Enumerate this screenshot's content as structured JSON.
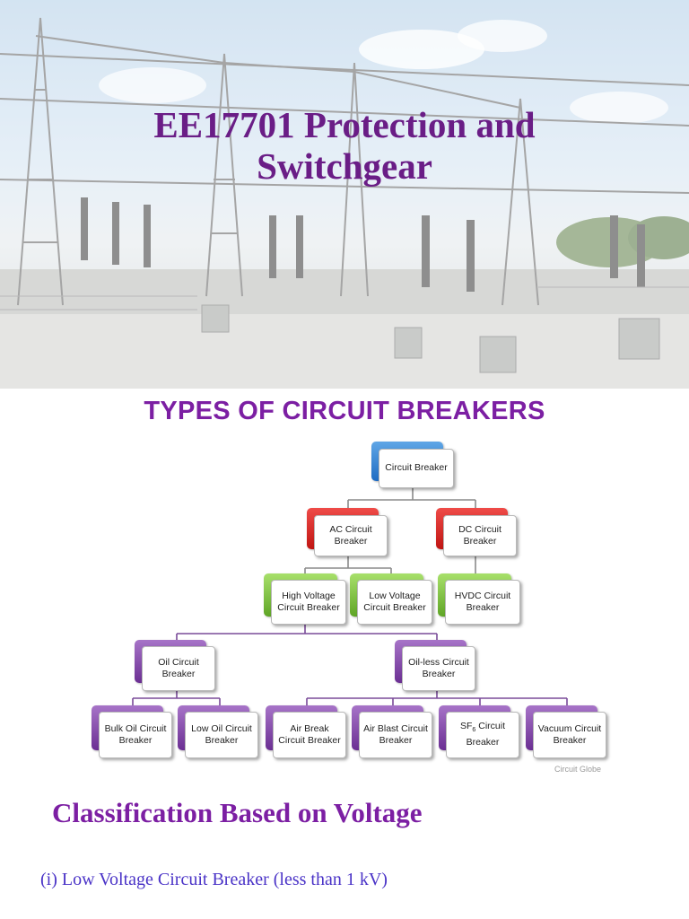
{
  "slide": {
    "title_line1": "EE17701 Protection and",
    "title_line2": "Switchgear",
    "section_title": "TYPES OF CIRCUIT BREAKERS",
    "subheading": "Classification Based on Voltage",
    "bullet_1": "(i) Low Voltage Circuit Breaker (less than 1 kV)"
  },
  "diagram": {
    "credit": "Circuit Globe",
    "root": "Circuit Breaker",
    "ac": "AC Circuit Breaker",
    "dc": "DC Circuit Breaker",
    "high_voltage": "High Voltage Circuit Breaker",
    "low_voltage": "Low Voltage Circuit Breaker",
    "hvdc": "HVDC Circuit Breaker",
    "oil": "Oil Circuit Breaker",
    "oil_less": "Oil-less Circuit Breaker",
    "bulk_oil": "Bulk Oil Circuit Breaker",
    "low_oil": "Low Oil Circuit Breaker",
    "air_break": "Air Break Circuit Breaker",
    "air_blast": "Air Blast Circuit Breaker",
    "sf6_prefix": "SF",
    "sf6_sub": "6",
    "sf6_suffix": " Circuit Breaker",
    "vacuum": "Vacuum Circuit Breaker"
  },
  "colors": {
    "title": "#6a1d86",
    "heading": "#7c1fa3",
    "bullet": "#4a33c7",
    "level_root": "#1f6cc3",
    "level_current": "#c01512",
    "level_voltage": "#5fa526",
    "level_medium": "#6b2f93"
  }
}
